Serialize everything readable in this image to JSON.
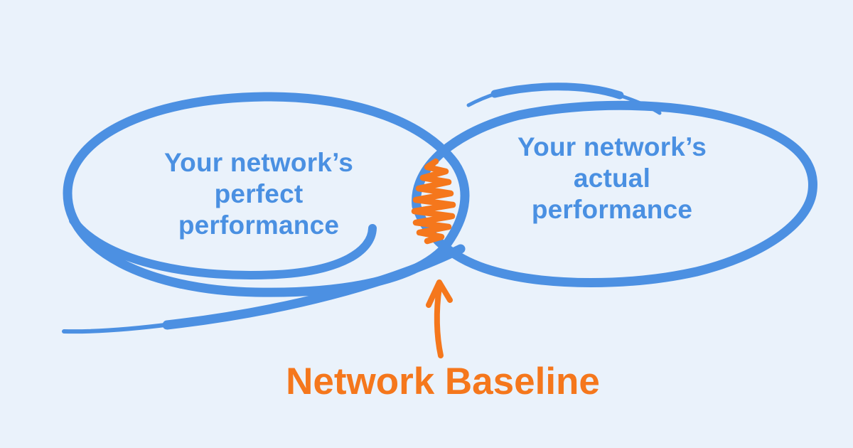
{
  "colors": {
    "bg": "#eaf2fb",
    "blue": "#4c90e2",
    "text-blue": "#4a90e2",
    "orange": "#f5771c"
  },
  "venn": {
    "left": {
      "lines": [
        "Your network’s",
        "perfect",
        "performance"
      ]
    },
    "right": {
      "lines": [
        "Your network’s",
        "actual",
        "performance"
      ]
    },
    "caption": "Network Baseline"
  }
}
